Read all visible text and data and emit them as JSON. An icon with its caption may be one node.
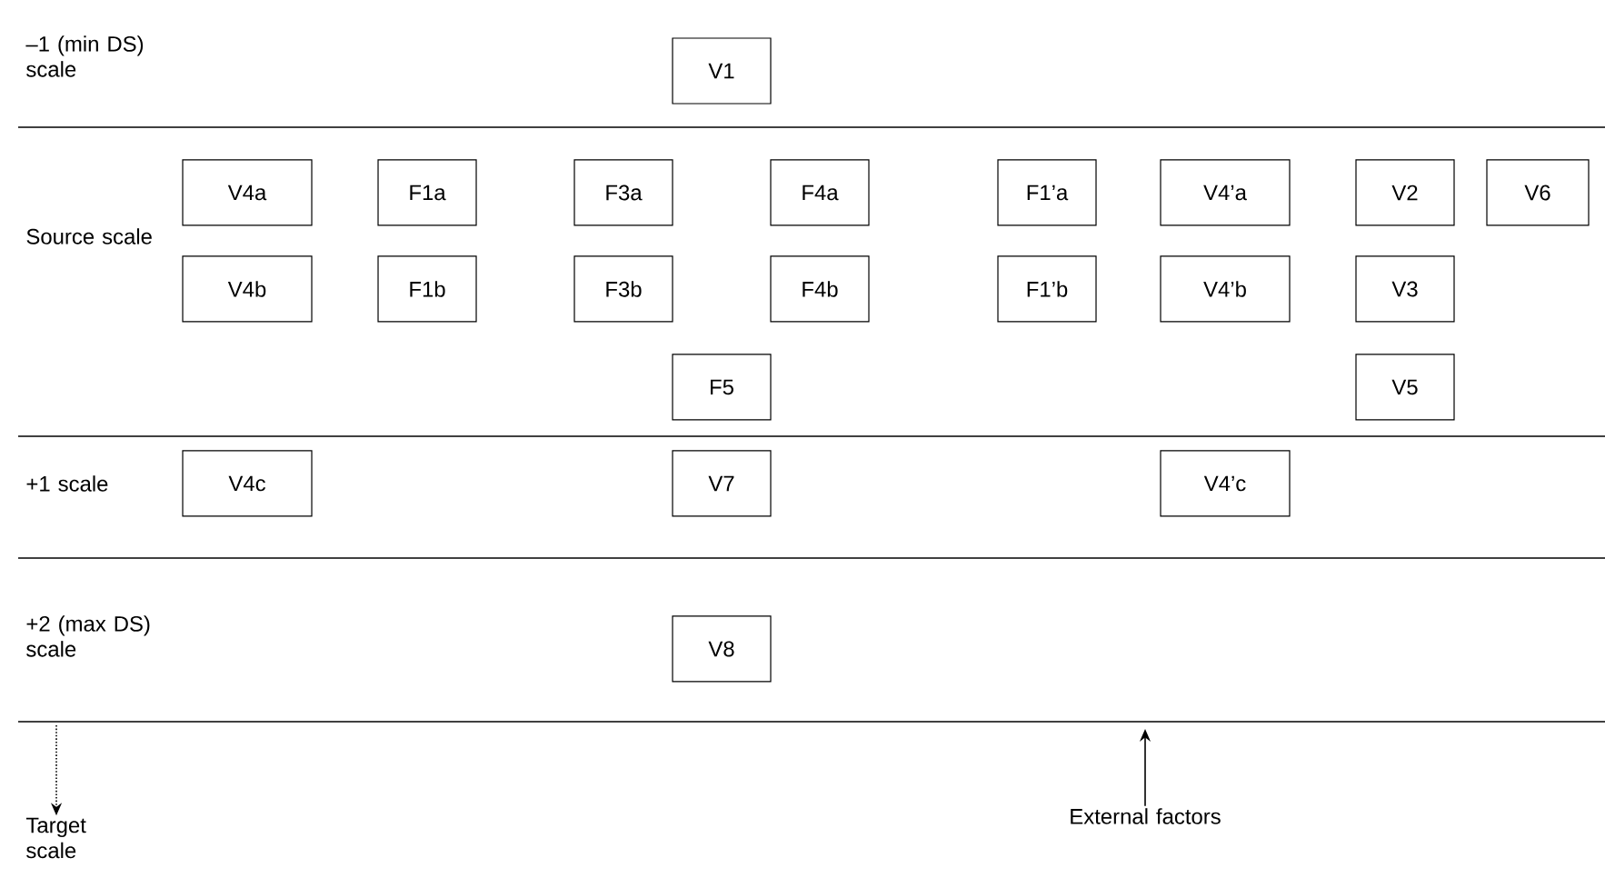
{
  "diagram": {
    "nodes": [
      {
        "text": [
          "V1"
        ]
      },
      {
        "text": [
          "V4a"
        ]
      },
      {
        "text": [
          "F1a"
        ]
      },
      {
        "text": [
          "F3a"
        ]
      },
      {
        "text": [
          "F4a"
        ]
      },
      {
        "text": [
          "F1’a"
        ]
      },
      {
        "text": [
          "V4’a"
        ]
      },
      {
        "text": [
          "V2"
        ]
      },
      {
        "text": [
          "V6"
        ]
      },
      {
        "text": [
          "V4b"
        ]
      },
      {
        "text": [
          "F1b"
        ]
      },
      {
        "text": [
          "F3b"
        ]
      },
      {
        "text": [
          "F4b"
        ]
      },
      {
        "text": [
          "F1’b"
        ]
      },
      {
        "text": [
          "V4’b"
        ]
      },
      {
        "text": [
          "V3"
        ]
      },
      {
        "text": [
          "F5"
        ]
      },
      {
        "text": [
          "V5"
        ]
      },
      {
        "text": [
          "V4c"
        ]
      },
      {
        "text": [
          "V7"
        ]
      },
      {
        "text": [
          "V4’c"
        ]
      },
      {
        "text": [
          "V8"
        ]
      },
      {
        "text": [
          "Target scale"
        ]
      },
      {
        "text": [
          "External factors"
        ]
      }
    ],
    "edges": [
      {
        "from": null,
        "to": 22,
        "arrow": "to",
        "style": "dashed"
      },
      {
        "from": 23,
        "to": null,
        "arrow": "to"
      }
    ],
    "labels": [
      "–1 (min DS) scale",
      "Source scale",
      "+1 scale",
      "+2 (max DS) scale"
    ]
  }
}
